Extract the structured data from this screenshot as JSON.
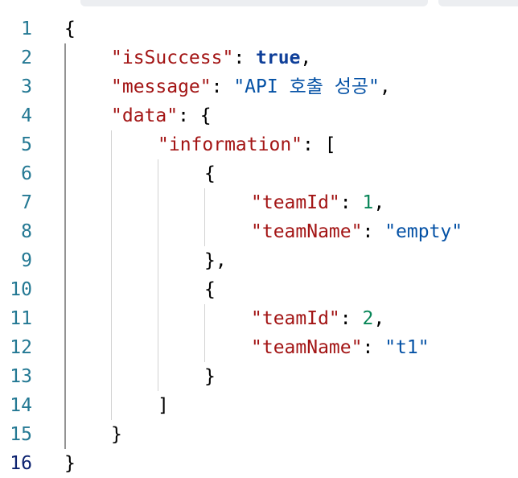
{
  "lines": [
    {
      "n": "1",
      "tokens": [
        {
          "t": "punc",
          "v": "{"
        }
      ]
    },
    {
      "n": "2",
      "tokens": [
        {
          "t": "key",
          "v": "\"isSuccess\""
        },
        {
          "t": "punc",
          "v": ": "
        },
        {
          "t": "bool",
          "v": "true"
        },
        {
          "t": "punc",
          "v": ","
        }
      ]
    },
    {
      "n": "3",
      "tokens": [
        {
          "t": "key",
          "v": "\"message\""
        },
        {
          "t": "punc",
          "v": ": "
        },
        {
          "t": "str",
          "v": "\"API 호출 성공\""
        },
        {
          "t": "punc",
          "v": ","
        }
      ]
    },
    {
      "n": "4",
      "tokens": [
        {
          "t": "key",
          "v": "\"data\""
        },
        {
          "t": "punc",
          "v": ": {"
        }
      ]
    },
    {
      "n": "5",
      "tokens": [
        {
          "t": "key",
          "v": "\"information\""
        },
        {
          "t": "punc",
          "v": ": ["
        }
      ]
    },
    {
      "n": "6",
      "tokens": [
        {
          "t": "punc",
          "v": "{"
        }
      ]
    },
    {
      "n": "7",
      "tokens": [
        {
          "t": "key",
          "v": "\"teamId\""
        },
        {
          "t": "punc",
          "v": ": "
        },
        {
          "t": "num",
          "v": "1"
        },
        {
          "t": "punc",
          "v": ","
        }
      ]
    },
    {
      "n": "8",
      "tokens": [
        {
          "t": "key",
          "v": "\"teamName\""
        },
        {
          "t": "punc",
          "v": ": "
        },
        {
          "t": "str",
          "v": "\"empty\""
        }
      ]
    },
    {
      "n": "9",
      "tokens": [
        {
          "t": "punc",
          "v": "},"
        }
      ]
    },
    {
      "n": "10",
      "tokens": [
        {
          "t": "punc",
          "v": "{"
        }
      ]
    },
    {
      "n": "11",
      "tokens": [
        {
          "t": "key",
          "v": "\"teamId\""
        },
        {
          "t": "punc",
          "v": ": "
        },
        {
          "t": "num",
          "v": "2"
        },
        {
          "t": "punc",
          "v": ","
        }
      ]
    },
    {
      "n": "12",
      "tokens": [
        {
          "t": "key",
          "v": "\"teamName\""
        },
        {
          "t": "punc",
          "v": ": "
        },
        {
          "t": "str",
          "v": "\"t1\""
        }
      ]
    },
    {
      "n": "13",
      "tokens": [
        {
          "t": "punc",
          "v": "}"
        }
      ]
    },
    {
      "n": "14",
      "tokens": [
        {
          "t": "punc",
          "v": "]"
        }
      ]
    },
    {
      "n": "15",
      "tokens": [
        {
          "t": "punc",
          "v": "}"
        }
      ]
    },
    {
      "n": "16",
      "tokens": [
        {
          "t": "punc",
          "v": "}"
        }
      ]
    }
  ],
  "active_line": "16",
  "colors": {
    "line_number": "#237893",
    "active_line_number": "#0b216f",
    "key": "#a31515",
    "string": "#0451a5",
    "number": "#098658",
    "boolean": "#0f3f99",
    "guide": "#d3d3d3"
  }
}
